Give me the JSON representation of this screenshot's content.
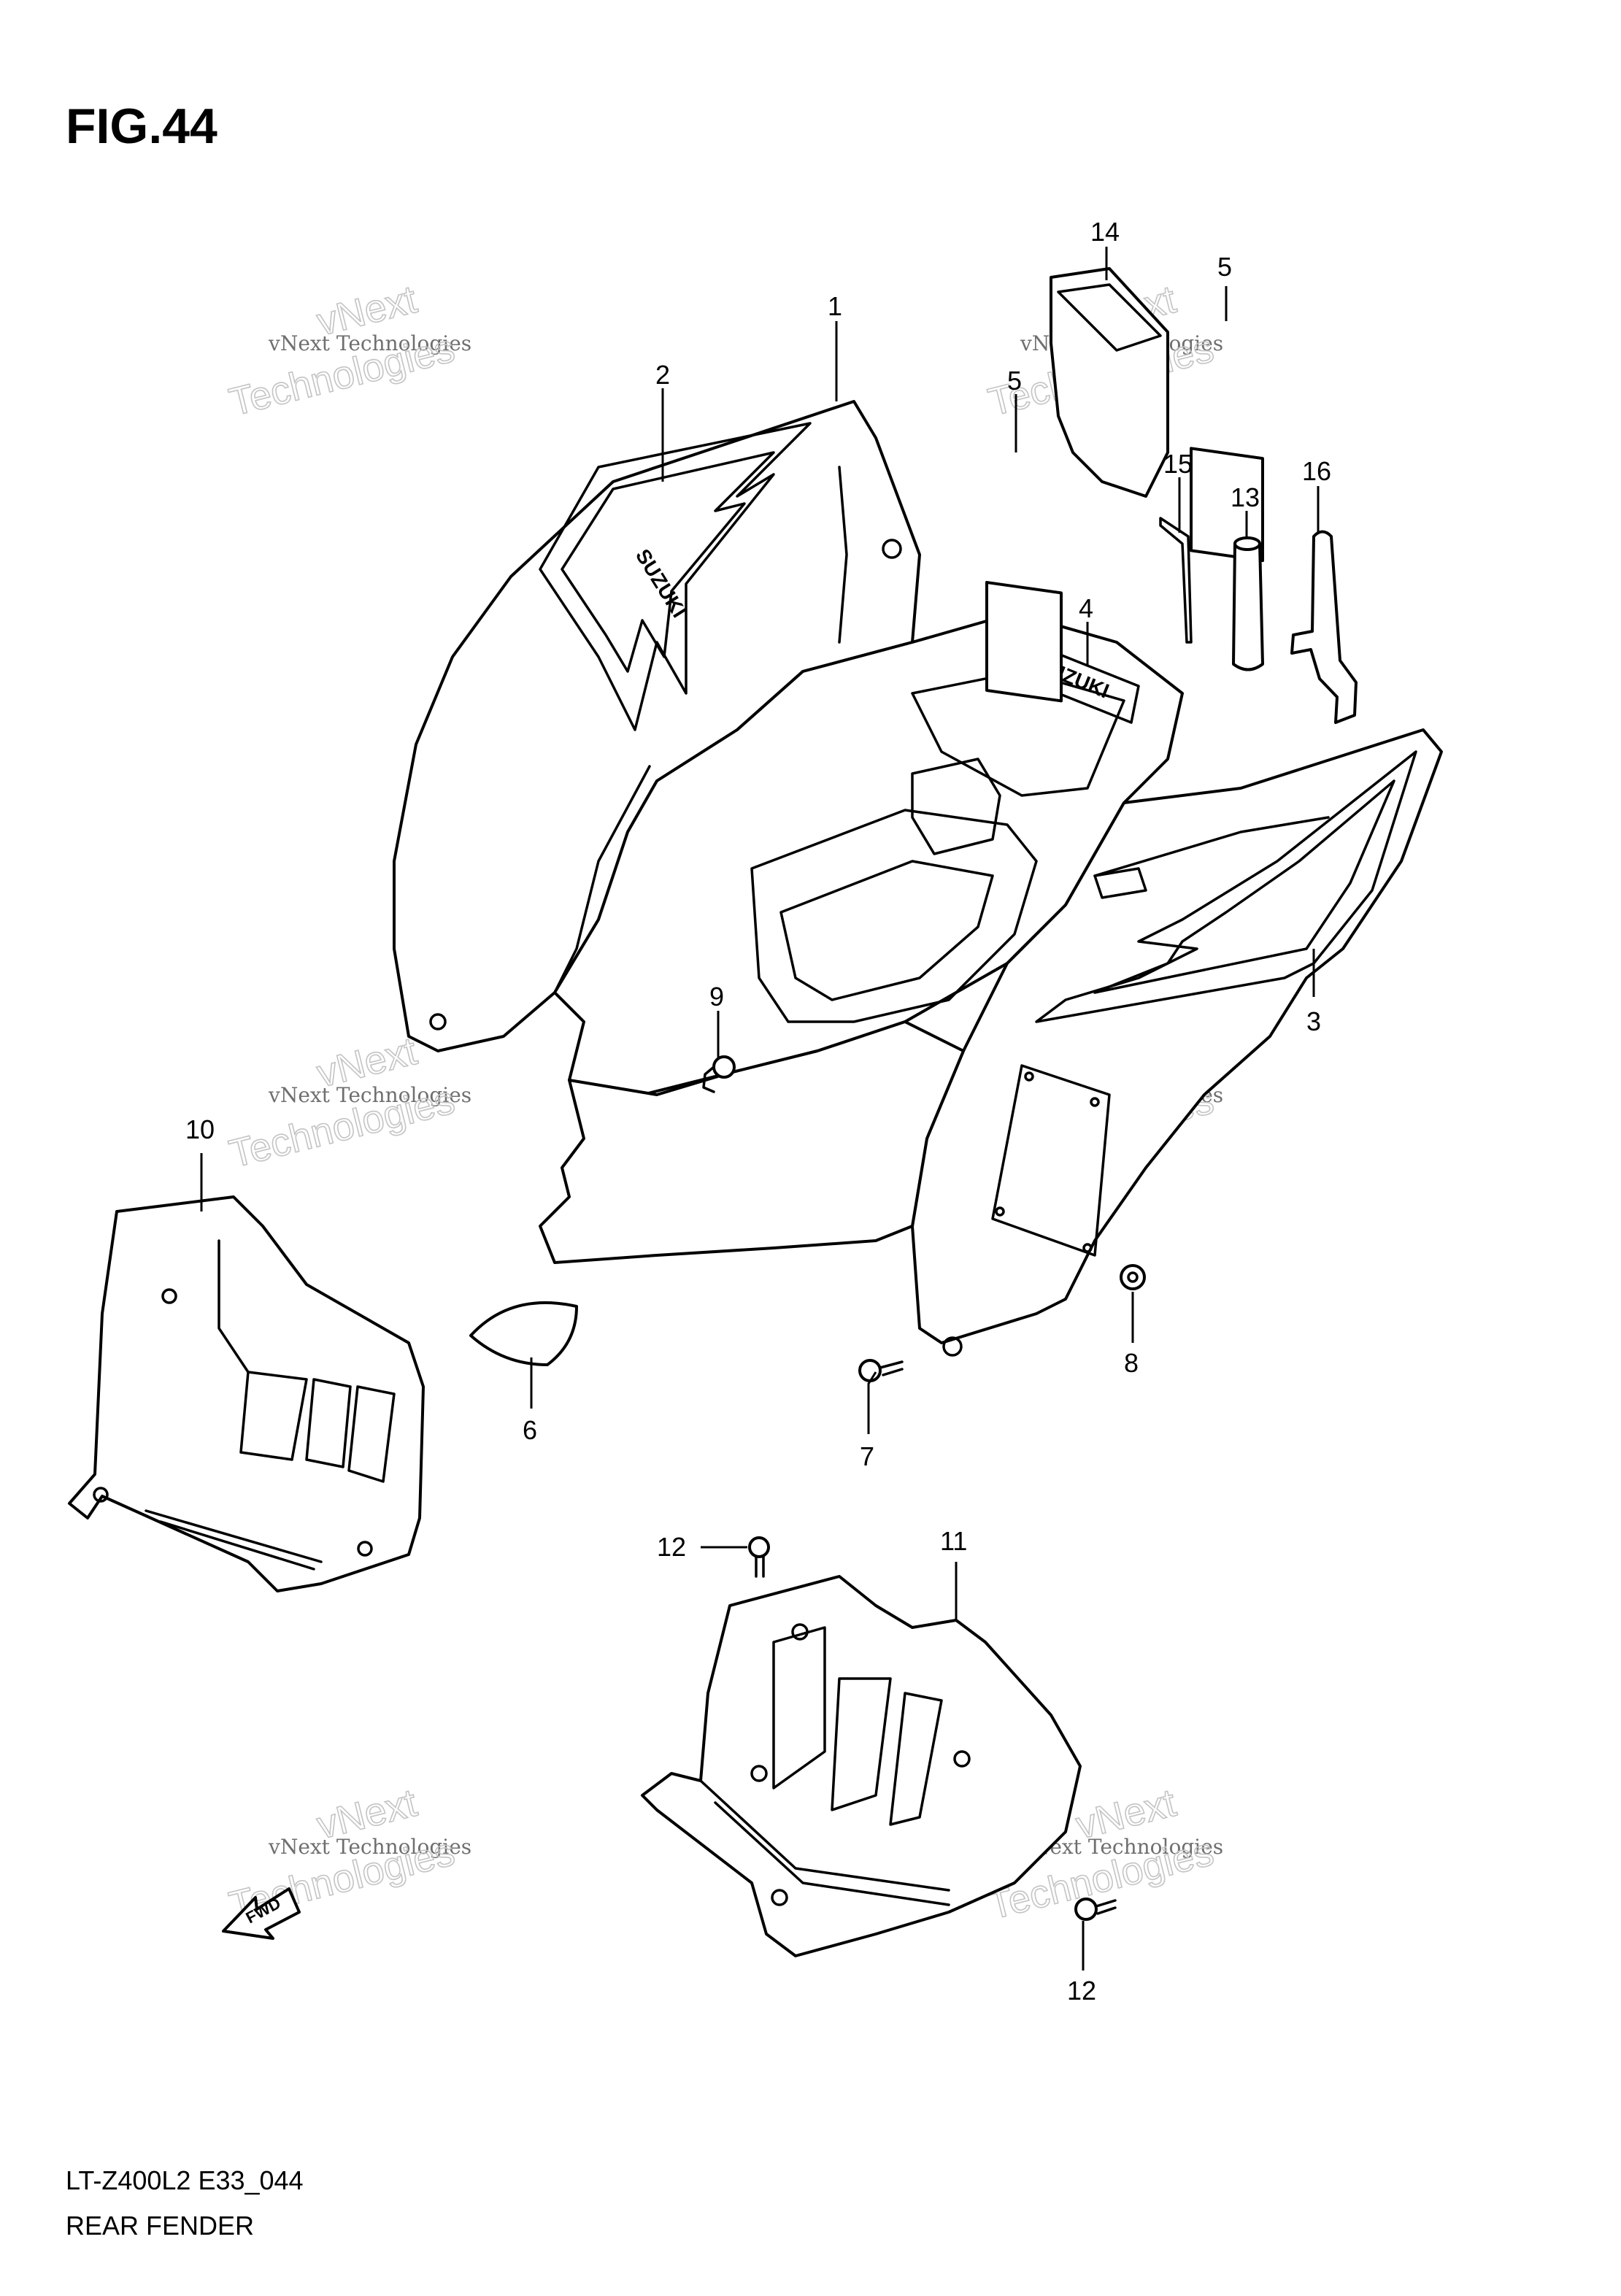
{
  "figure": {
    "title": "FIG.44",
    "model_code": "LT-Z400L2 E33_044",
    "section_name": "REAR FENDER"
  },
  "parts": [
    {
      "id": "part-1",
      "number": "1"
    },
    {
      "id": "part-2",
      "number": "2"
    },
    {
      "id": "part-3",
      "number": "3"
    },
    {
      "id": "part-4",
      "number": "4"
    },
    {
      "id": "part-5a",
      "number": "5"
    },
    {
      "id": "part-5b",
      "number": "5"
    },
    {
      "id": "part-6",
      "number": "6"
    },
    {
      "id": "part-7",
      "number": "7"
    },
    {
      "id": "part-8",
      "number": "8"
    },
    {
      "id": "part-9",
      "number": "9"
    },
    {
      "id": "part-10",
      "number": "10"
    },
    {
      "id": "part-11",
      "number": "11"
    },
    {
      "id": "part-12a",
      "number": "12"
    },
    {
      "id": "part-12b",
      "number": "12"
    },
    {
      "id": "part-13",
      "number": "13"
    },
    {
      "id": "part-14",
      "number": "14"
    },
    {
      "id": "part-15",
      "number": "15"
    },
    {
      "id": "part-16",
      "number": "16"
    }
  ],
  "emblem": {
    "brand": "SUZUKI"
  },
  "direction_marker": {
    "label": "FWD"
  },
  "watermark": {
    "line1": "vNext",
    "line2": "vNext Technologies",
    "line3": "Technologies"
  }
}
